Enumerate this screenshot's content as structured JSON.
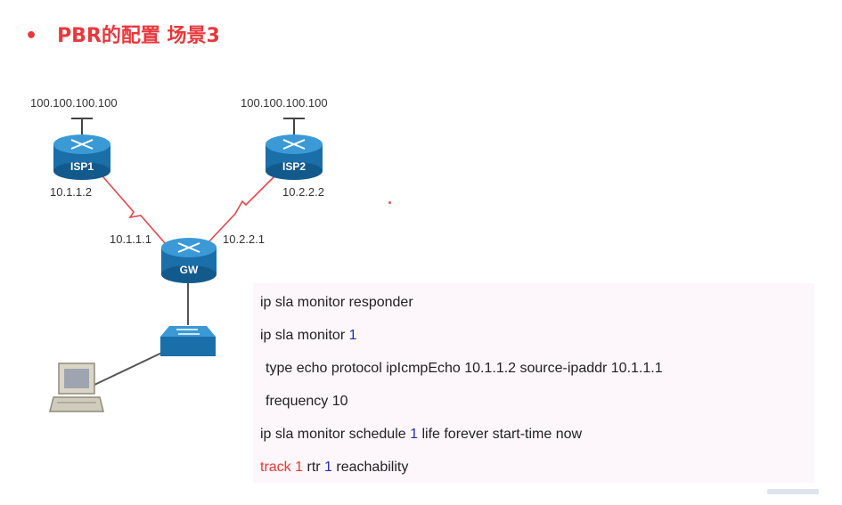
{
  "slide": {
    "bullet": "•",
    "title": "PBR的配置 场景3"
  },
  "topology": {
    "isp1": {
      "label": "ISP1",
      "internet_ip": "100.100.100.100",
      "link_ip": "10.1.1.2"
    },
    "isp2": {
      "label": "ISP2",
      "internet_ip": "100.100.100.100",
      "link_ip": "10.2.2.2"
    },
    "gw": {
      "label": "GW",
      "ip_to_isp1": "10.1.1.1",
      "ip_to_isp2": "10.2.2.1"
    },
    "colors": {
      "router": "#1e7fc0",
      "serial_link": "#e0474c",
      "ethernet": "#555555"
    }
  },
  "config": {
    "line1": "ip sla monitor responder",
    "line2_cmd": "ip sla monitor",
    "line2_id": "1",
    "line3": "type echo protocol ipIcmpEcho 10.1.1.2 source-ipaddr  10.1.1.1",
    "line4": "frequency  10",
    "line5_cmd": "ip sla monitor schedule",
    "line5_id": "1",
    "line5_rest": "life forever start-time now",
    "line6_kw": "track",
    "line6_id": "1",
    "line6_mid": "rtr",
    "line6_id2": "1",
    "line6_rest": "reachability"
  }
}
